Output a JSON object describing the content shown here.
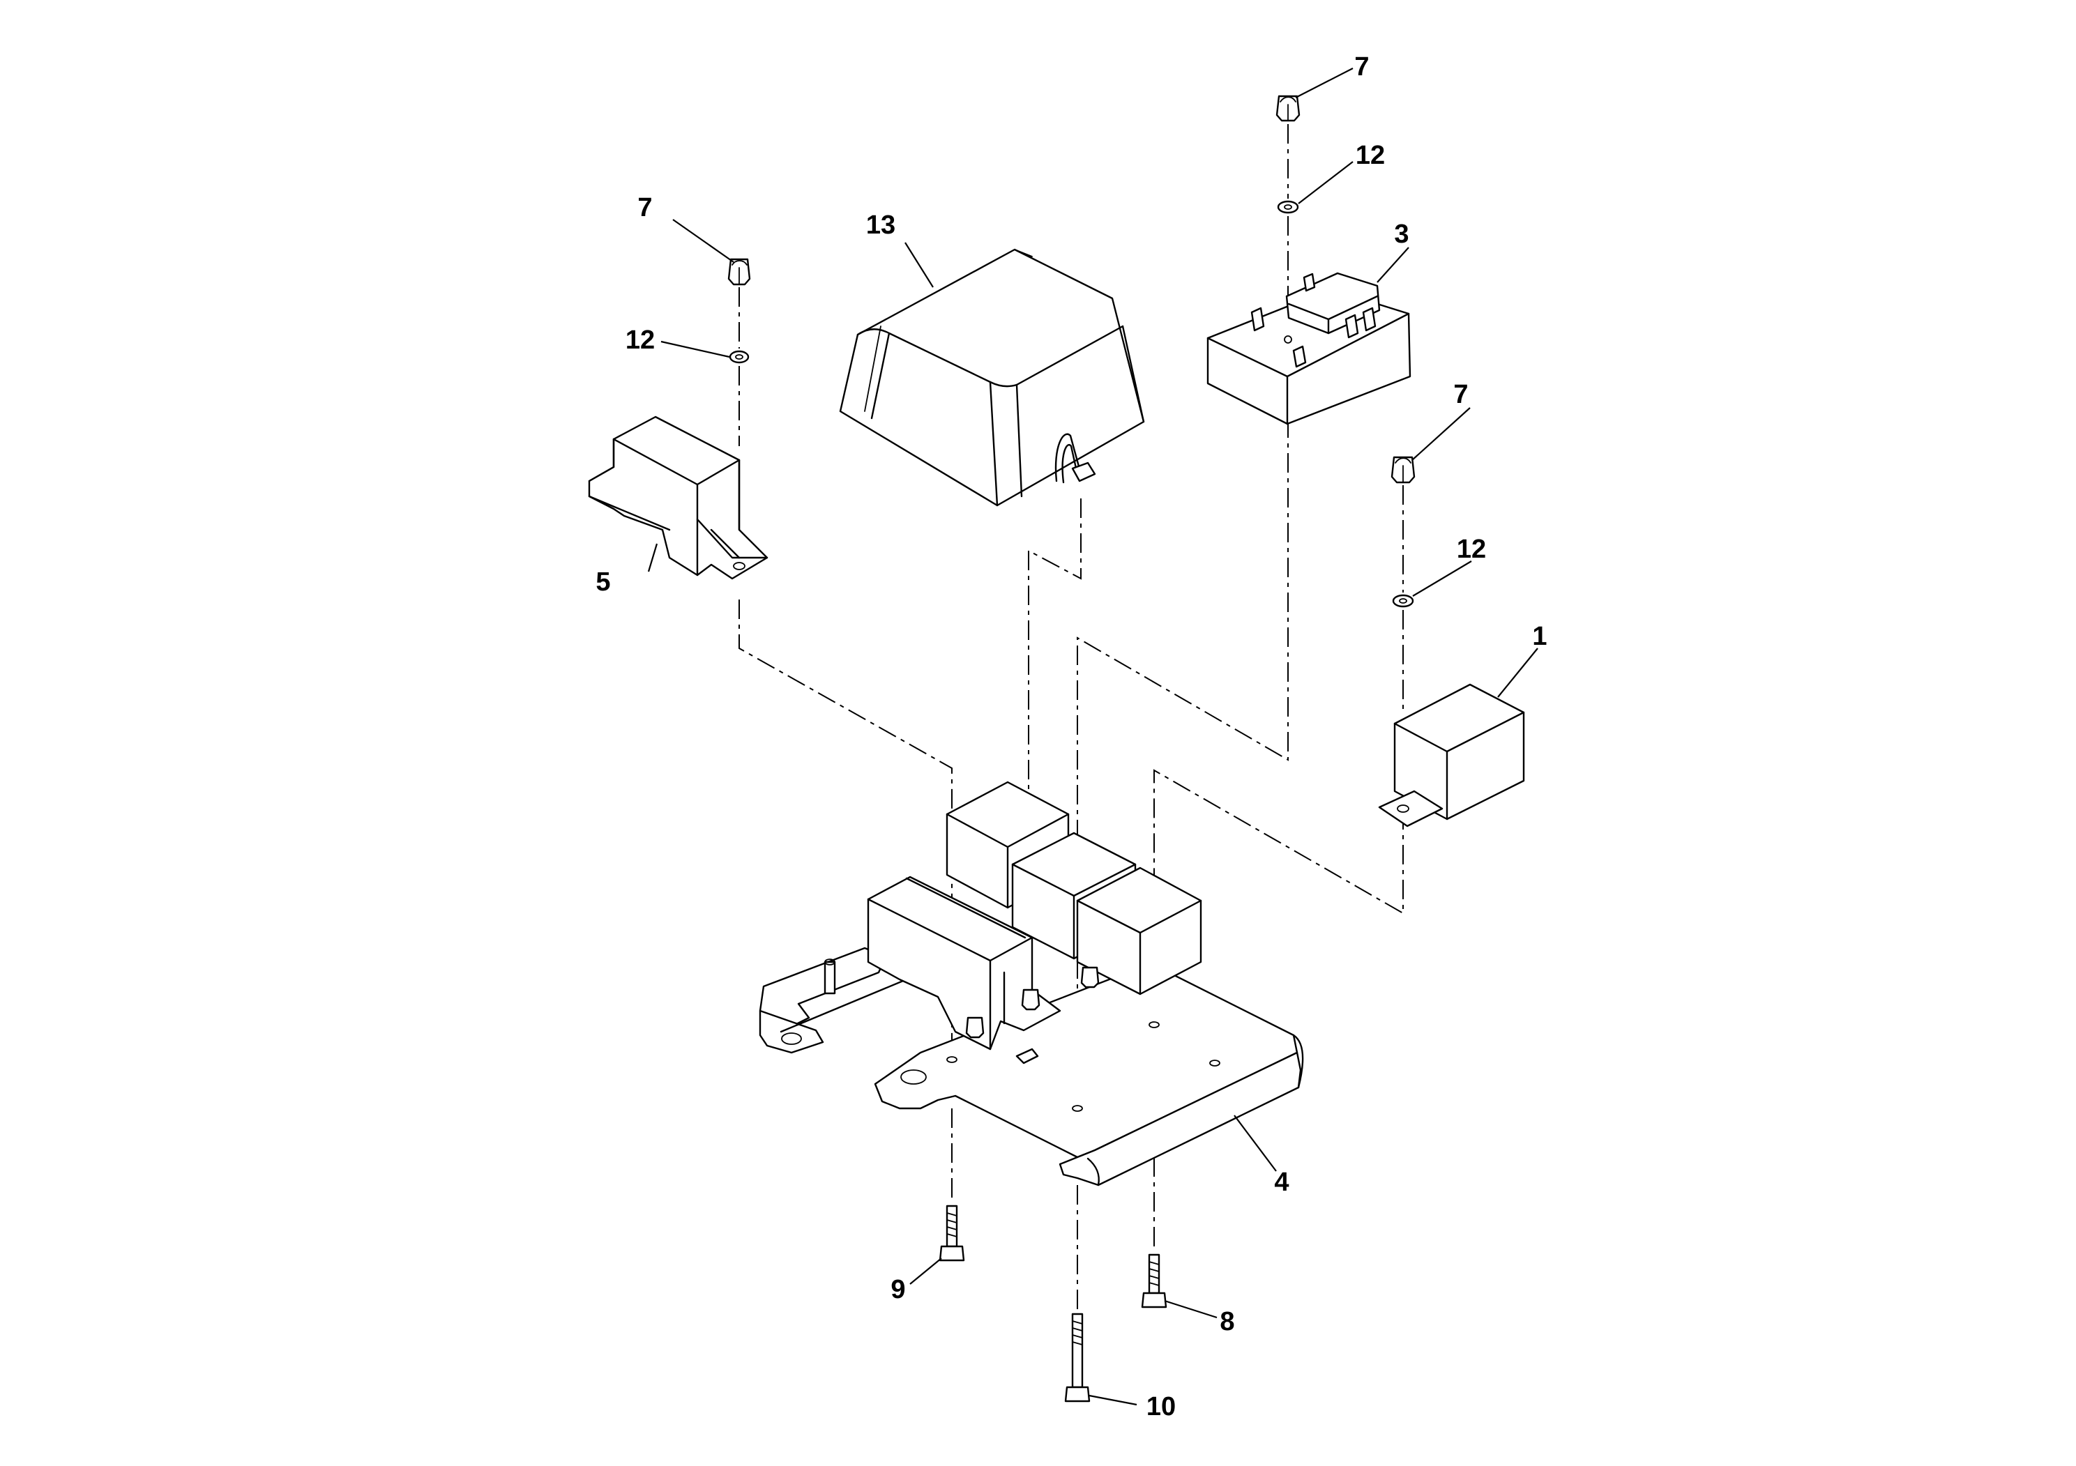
{
  "callouts": {
    "c1": "1",
    "c3": "3",
    "c4": "4",
    "c5": "5",
    "c7a": "7",
    "c7b": "7",
    "c7c": "7",
    "c8": "8",
    "c9": "9",
    "c10": "10",
    "c12a": "12",
    "c12b": "12",
    "c12c": "12",
    "c13": "13"
  },
  "colors": {
    "line": "#000000",
    "background": "#ffffff"
  }
}
